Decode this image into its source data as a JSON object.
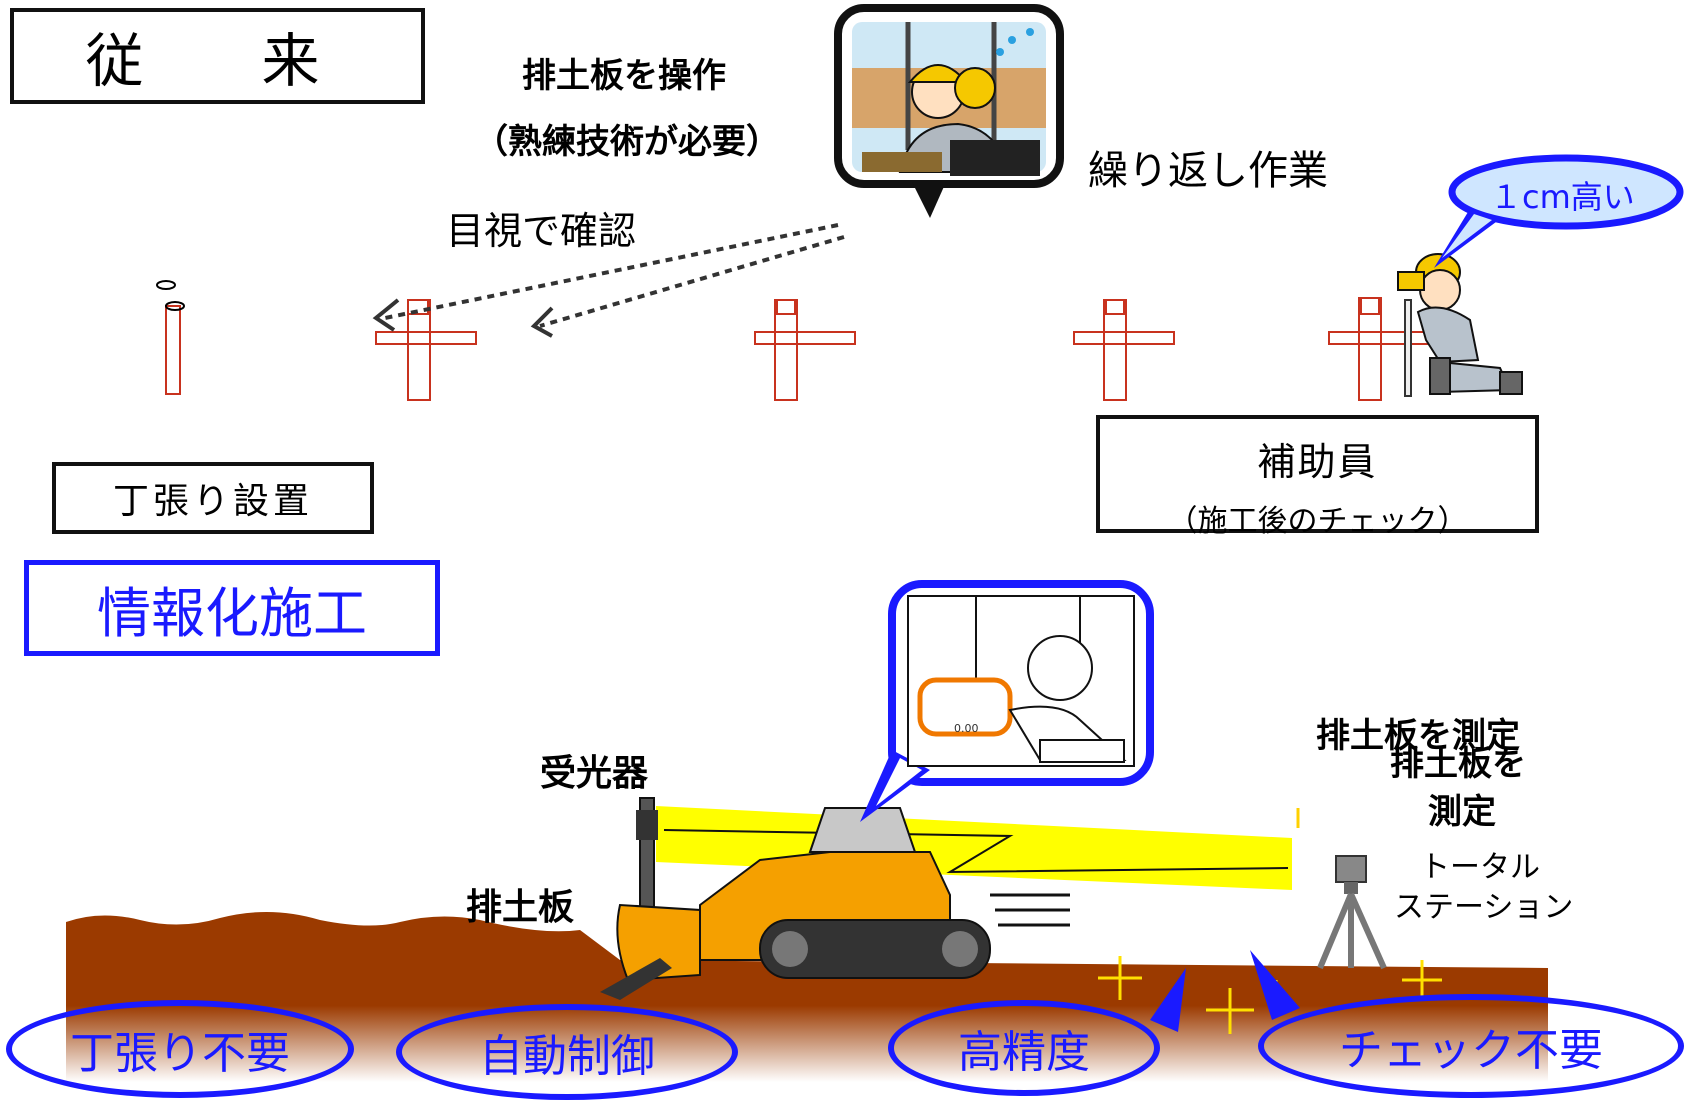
{
  "upper": {
    "title": "従　来",
    "operate_label": "排土板を操作",
    "skill_label": "（熟練技術が必要）",
    "repeat_label": "繰り返し作業",
    "visual_label": "目視で確認",
    "height_bubble": "１cm高い",
    "stake_label": "丁張り設置",
    "assistant_title": "補助員",
    "assistant_sub": "（施工後のチェック）"
  },
  "lower": {
    "title": "情報化施工",
    "receiver_label": "受光器",
    "blade_label": "排土板",
    "measure_label_a": "排土板を測定",
    "measure_label_b1": "排土板を",
    "measure_label_b2": "測定",
    "total_station_1": "トータル",
    "total_station_2": "ステーション",
    "benefits": [
      "丁張り不要",
      "自動制御",
      "高精度",
      "チェック不要"
    ],
    "panel_display": "0.00"
  },
  "colors": {
    "blue": "#1a1aff",
    "soil": "#9b3a00",
    "stake": "#c8321e",
    "laser": "#ffff00",
    "dozer": "#f5a000"
  }
}
